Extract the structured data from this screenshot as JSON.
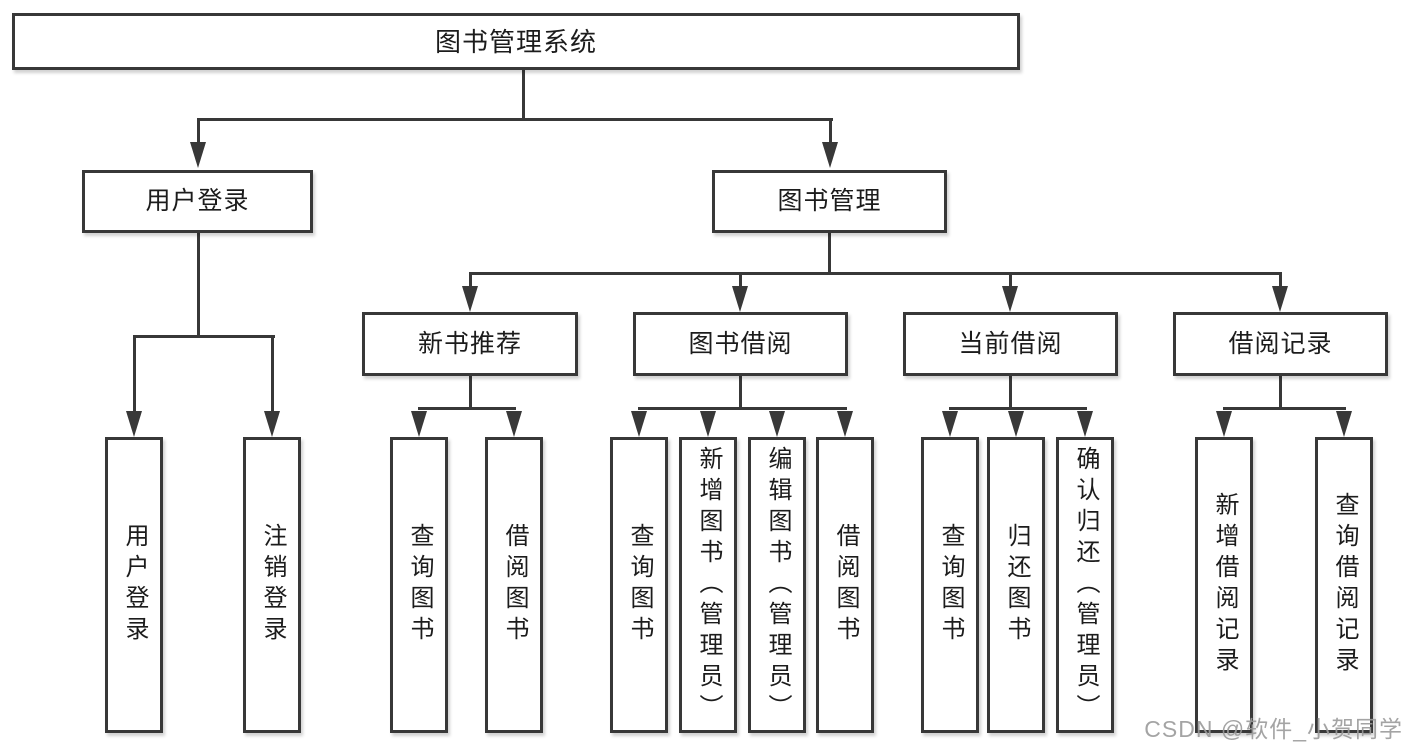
{
  "colors": {
    "line": "#383838",
    "text": "#1c1c1c",
    "box_bg": "#ffffff",
    "background": "#ffffff",
    "watermark": "#9b9b9b"
  },
  "diagram": {
    "root": {
      "label": "图书管理系统"
    },
    "children": [
      {
        "label": "用户登录",
        "children": [
          {
            "label": "用户登录"
          },
          {
            "label": "注销登录"
          }
        ]
      },
      {
        "label": "图书管理",
        "children": [
          {
            "label": "新书推荐",
            "children": [
              {
                "label": "查询图书"
              },
              {
                "label": "借阅图书"
              }
            ]
          },
          {
            "label": "图书借阅",
            "children": [
              {
                "label": "查询图书"
              },
              {
                "label": "新增图书（管理员）"
              },
              {
                "label": "编辑图书（管理员）"
              },
              {
                "label": "借阅图书"
              }
            ]
          },
          {
            "label": "当前借阅",
            "children": [
              {
                "label": "查询图书"
              },
              {
                "label": "归还图书"
              },
              {
                "label": "确认归还（管理员）"
              }
            ]
          },
          {
            "label": "借阅记录",
            "children": [
              {
                "label": "新增借阅记录"
              },
              {
                "label": "查询借阅记录"
              }
            ]
          }
        ]
      }
    ]
  },
  "watermark": {
    "text": "CSDN @软件_小贺同学"
  }
}
